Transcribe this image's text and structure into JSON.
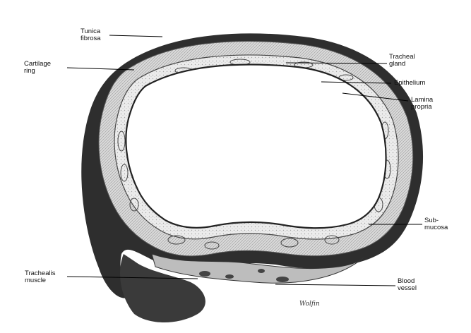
{
  "labels": {
    "tunica_fibrosa": "Tunica\nfibrosa",
    "cartilage_ring": "Cartilage\nring",
    "tracheal_gland": "Tracheal\ngland",
    "epithelium": "Epithelium",
    "lamina_propria": "Lamina\npropria",
    "submucosa": "Sub-\nmucosa",
    "trachealis_muscle": "Trachealis\nmuscle",
    "blood_vessel": "Blood\nvessel"
  },
  "signature": "Wolfin"
}
